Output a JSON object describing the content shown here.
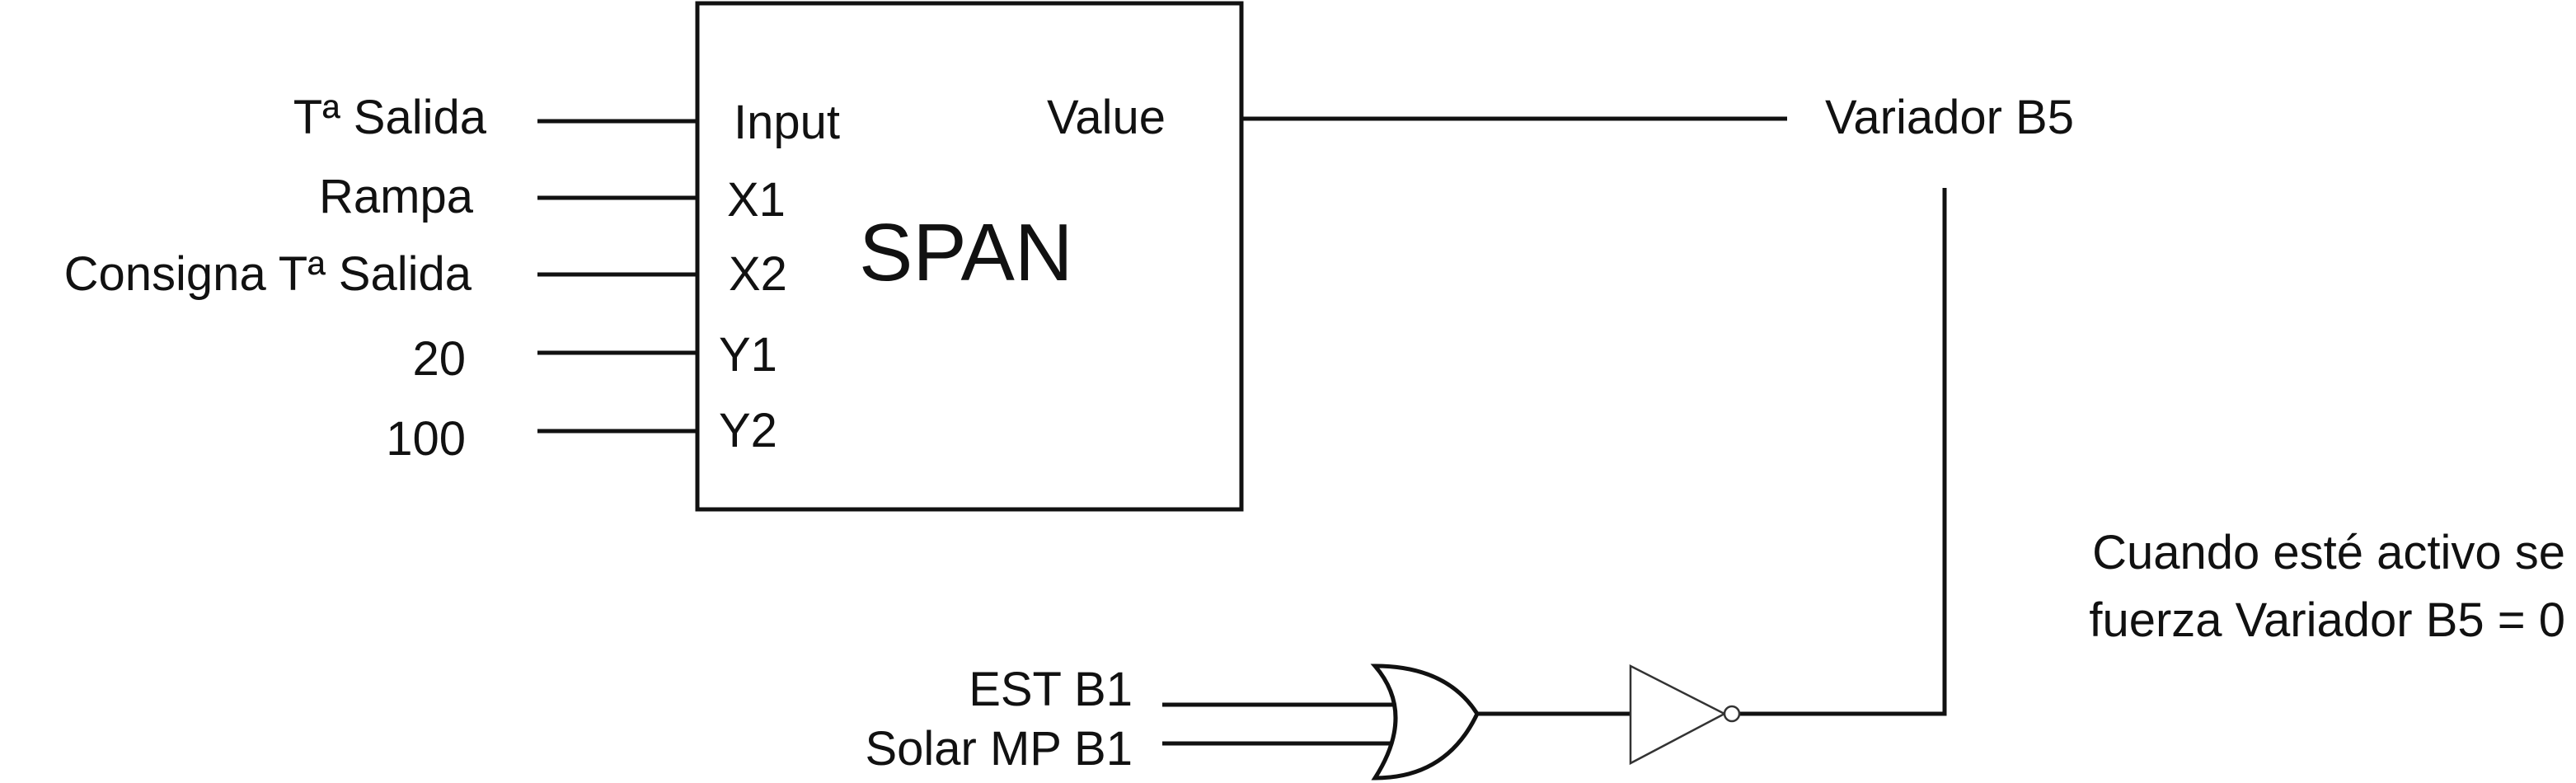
{
  "span_block": {
    "title": "SPAN",
    "ports": {
      "input": "Input",
      "x1": "X1",
      "x2": "X2",
      "y1": "Y1",
      "y2": "Y2",
      "value": "Value"
    }
  },
  "inputs": {
    "input": "Tª Salida",
    "x1": "Rampa",
    "x2": "Consigna Tª Salida",
    "y1": "20",
    "y2": "100"
  },
  "output": "Variador B5",
  "logic": {
    "gate_inputs": [
      "EST B1",
      "Solar MP B1"
    ],
    "note": [
      "Cuando esté activo se",
      "fuerza Variador B5 = 0"
    ]
  }
}
